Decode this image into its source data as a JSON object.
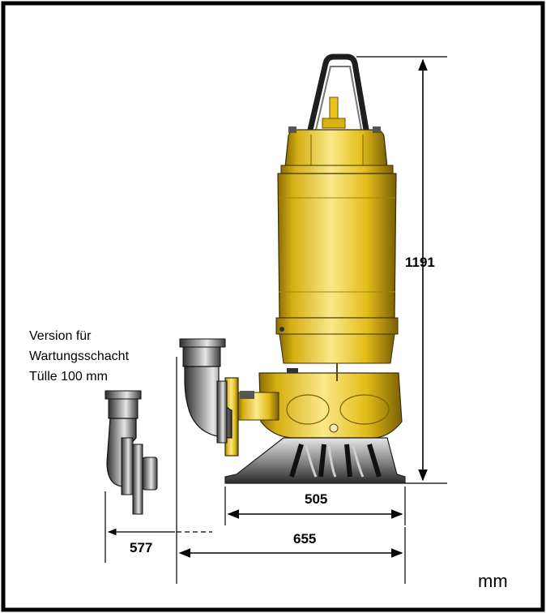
{
  "note_lines": [
    "Version für",
    "Wartungsschacht",
    "Tülle 100 mm"
  ],
  "dimensions": {
    "height": "1191",
    "base_width": "505",
    "overall_width": "655",
    "outlet_offset": "577"
  },
  "unit": "mm",
  "colors": {
    "frame": "#000000",
    "pump_yellow": "#e8c21a",
    "pump_yellow_light": "#f7e58a",
    "pump_yellow_dark": "#a4860a",
    "metal_dark": "#3a3a3a",
    "metal_grey": "#8c8c8c",
    "metal_light": "#d8d8d8"
  }
}
